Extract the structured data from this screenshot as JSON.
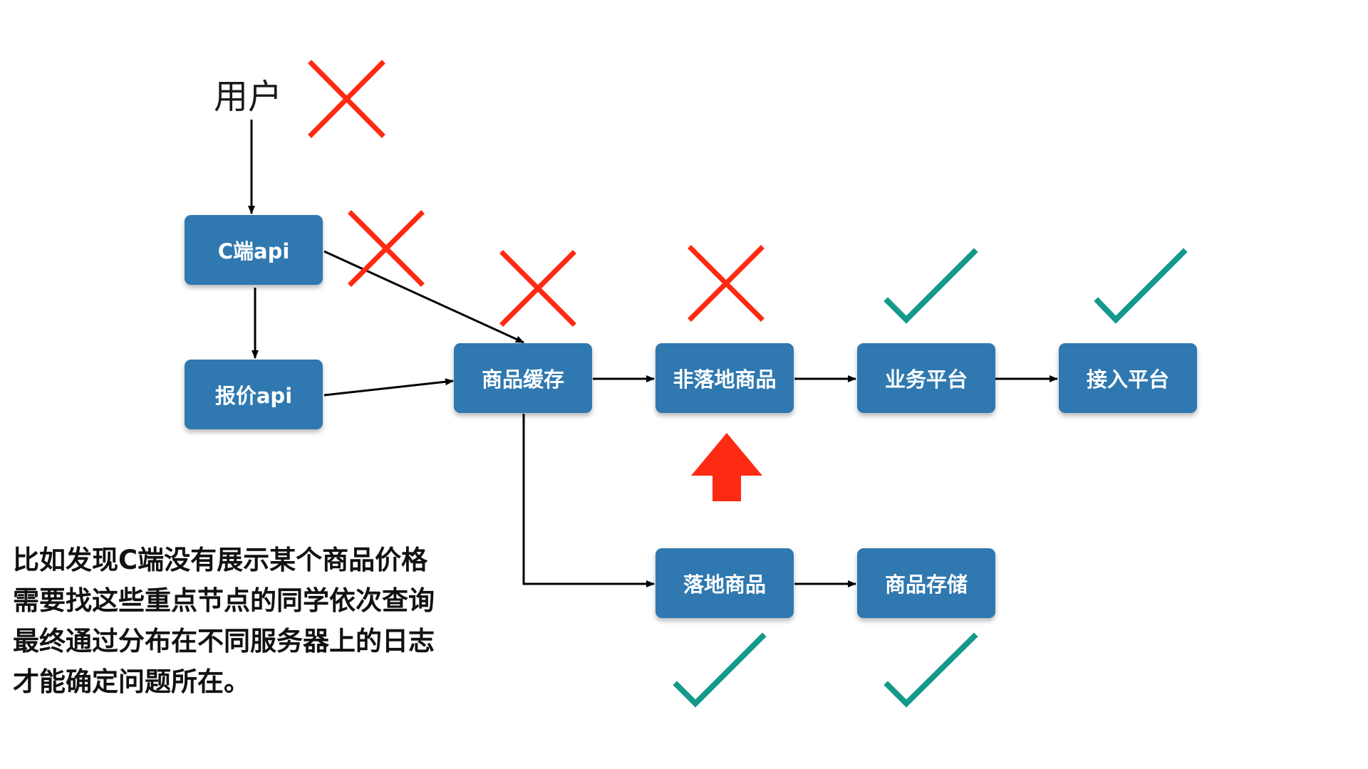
{
  "title": "用户",
  "nodes": {
    "c_api": "C端api",
    "quote_api": "报价api",
    "product_cache": "商品缓存",
    "non_landing_product": "非落地商品",
    "business_platform": "业务平台",
    "access_platform": "接入平台",
    "landing_product": "落地商品",
    "product_storage": "商品存储"
  },
  "status": {
    "user": "error",
    "c_api": "error",
    "product_cache": "error",
    "non_landing_product": "error",
    "business_platform": "ok",
    "access_platform": "ok",
    "landing_product": "ok",
    "product_storage": "ok"
  },
  "note": {
    "lines": [
      "比如发现C端没有展示某个商品价格",
      "需要找这些重点节点的同学依次查询",
      "最终通过分布在不同服务器上的日志",
      "才能确定问题所在。"
    ]
  },
  "colors": {
    "node_fill": "#2f78b0",
    "node_text": "#ffffff",
    "cross": "#ff2a12",
    "check": "#14998c",
    "arrow": "#000000",
    "highlight_arrow": "#ff2a12"
  },
  "icons": {
    "error": "cross-icon",
    "ok": "check-icon",
    "highlight": "up-arrow-icon"
  }
}
